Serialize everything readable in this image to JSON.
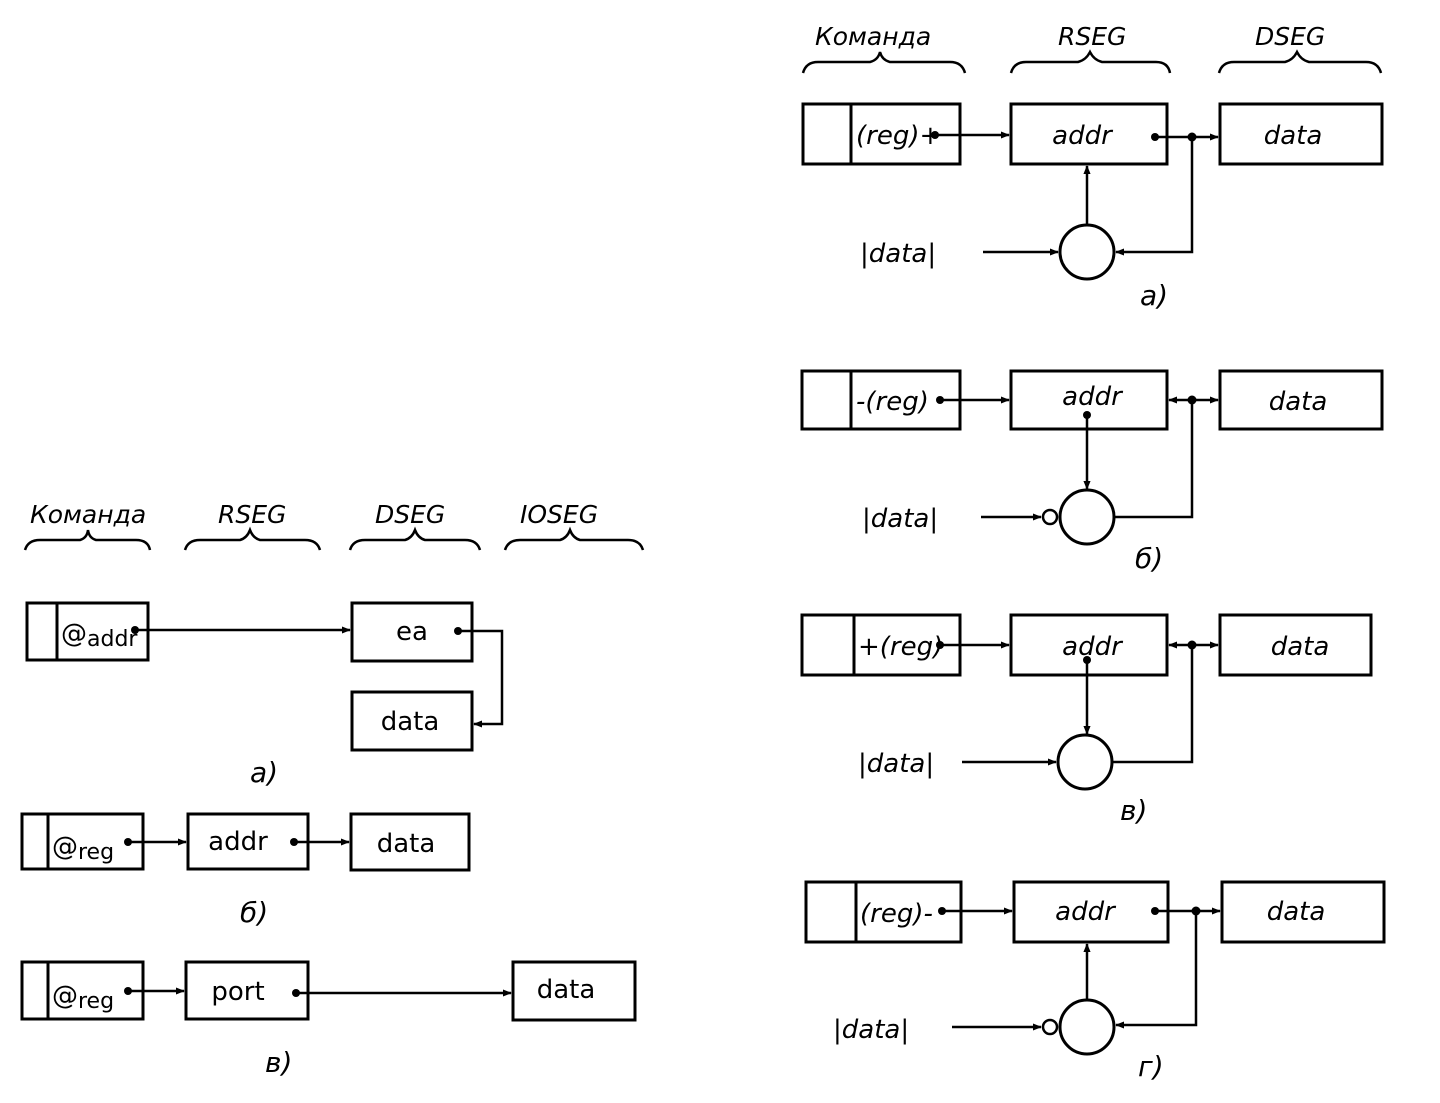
{
  "left": {
    "headers": {
      "komanda": "Команда",
      "rseg": "RSEG",
      "dseg": "DSEG",
      "ioseg": "IOSEG"
    },
    "a": {
      "operand_prefix": "@",
      "operand_sub": "addr",
      "ea": "ea",
      "data": "data",
      "caption": "а)"
    },
    "b": {
      "operand_prefix": "@",
      "operand_sub": "reg",
      "addr": "addr",
      "data": "data",
      "caption": "б)"
    },
    "v": {
      "operand_prefix": "@",
      "operand_sub": "reg",
      "port": "port",
      "data": "data",
      "caption": "в)"
    }
  },
  "right": {
    "headers": {
      "komanda": "Команда",
      "rseg": "RSEG",
      "dseg": "DSEG"
    },
    "a": {
      "operand": "(reg)+",
      "addr": "addr",
      "data": "data",
      "input": "|data|",
      "caption": "а)"
    },
    "b": {
      "operand": "-(reg)",
      "addr": "addr",
      "data": "data",
      "input": "|data|",
      "caption": "б)"
    },
    "v": {
      "operand": "+(reg)",
      "addr": "addr",
      "data": "data",
      "input": "|data|",
      "caption": "в)"
    },
    "g": {
      "operand": "(reg)-",
      "addr": "addr",
      "data": "data",
      "input": "|data|",
      "caption": "г)"
    }
  }
}
